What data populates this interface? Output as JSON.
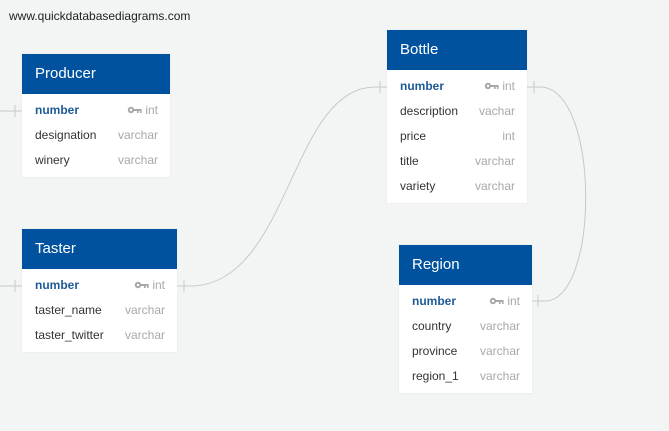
{
  "watermark": "www.quickdatabasediagrams.com",
  "colors": {
    "header": "#00529e",
    "primary_key_text": "#1e5a96",
    "type_text": "#a8a8a8",
    "link": "#c5c9cb"
  },
  "tables": {
    "producer": {
      "name": "Producer",
      "fields": [
        {
          "name": "number",
          "type": "int",
          "pk": true
        },
        {
          "name": "designation",
          "type": "varchar"
        },
        {
          "name": "winery",
          "type": "varchar"
        }
      ]
    },
    "taster": {
      "name": "Taster",
      "fields": [
        {
          "name": "number",
          "type": "int",
          "pk": true
        },
        {
          "name": "taster_name",
          "type": "varchar"
        },
        {
          "name": "taster_twitter",
          "type": "varchar"
        }
      ]
    },
    "bottle": {
      "name": "Bottle",
      "fields": [
        {
          "name": "number",
          "type": "int",
          "pk": true
        },
        {
          "name": "description",
          "type": "vachar"
        },
        {
          "name": "price",
          "type": "int"
        },
        {
          "name": "title",
          "type": "varchar"
        },
        {
          "name": "variety",
          "type": "varchar"
        }
      ]
    },
    "region": {
      "name": "Region",
      "fields": [
        {
          "name": "number",
          "type": "int",
          "pk": true
        },
        {
          "name": "country",
          "type": "varchar"
        },
        {
          "name": "province",
          "type": "varchar"
        },
        {
          "name": "region_1",
          "type": "varchar"
        }
      ]
    }
  },
  "icons": {
    "primary_key": "key-icon"
  }
}
